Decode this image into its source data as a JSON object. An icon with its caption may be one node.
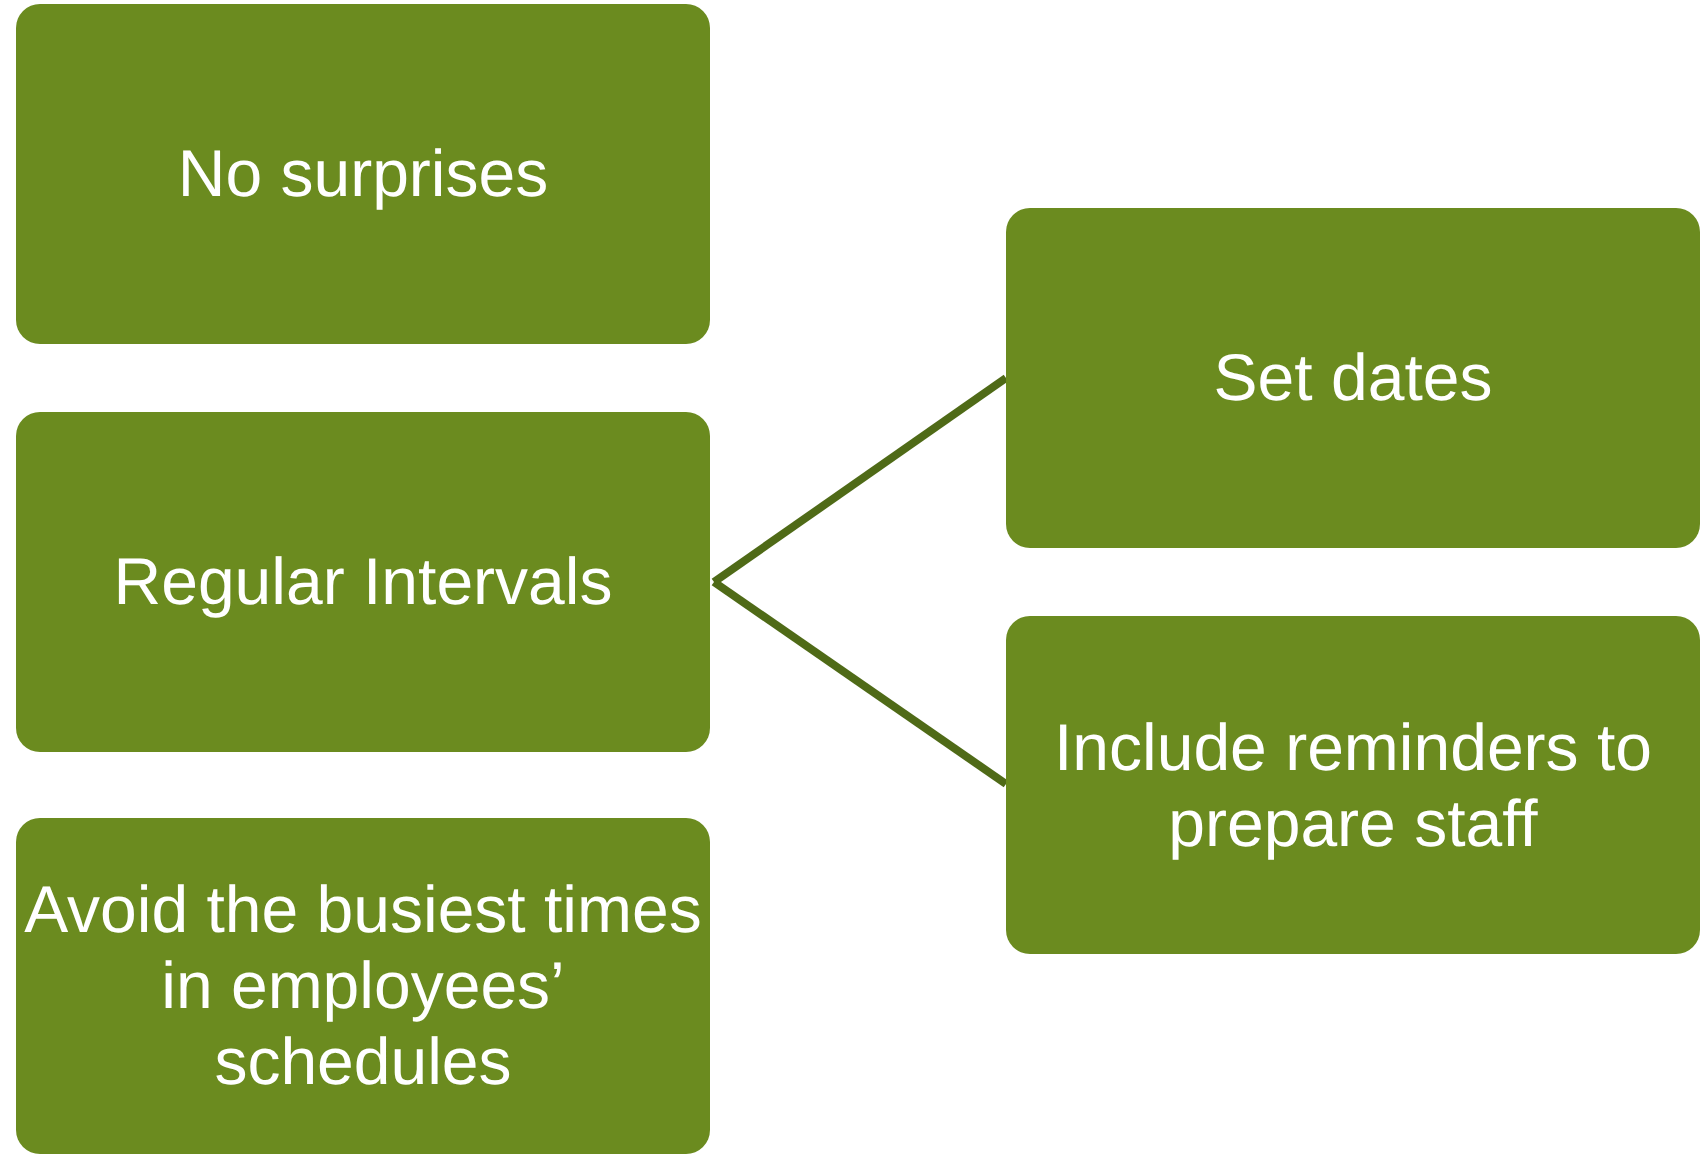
{
  "diagram": {
    "nodes": [
      {
        "text": [
          "No surprises"
        ]
      },
      {
        "text": [
          "Regular Intervals"
        ]
      },
      {
        "text": [
          "Avoid the busiest times in employees’ schedules"
        ]
      },
      {
        "text": [
          "Set dates"
        ]
      },
      {
        "text": [
          "Include reminders to prepare staff"
        ]
      }
    ],
    "edges": [
      {
        "from": 1,
        "to": 3,
        "arrow": "none"
      },
      {
        "from": 1,
        "to": 4,
        "arrow": "none"
      }
    ]
  }
}
